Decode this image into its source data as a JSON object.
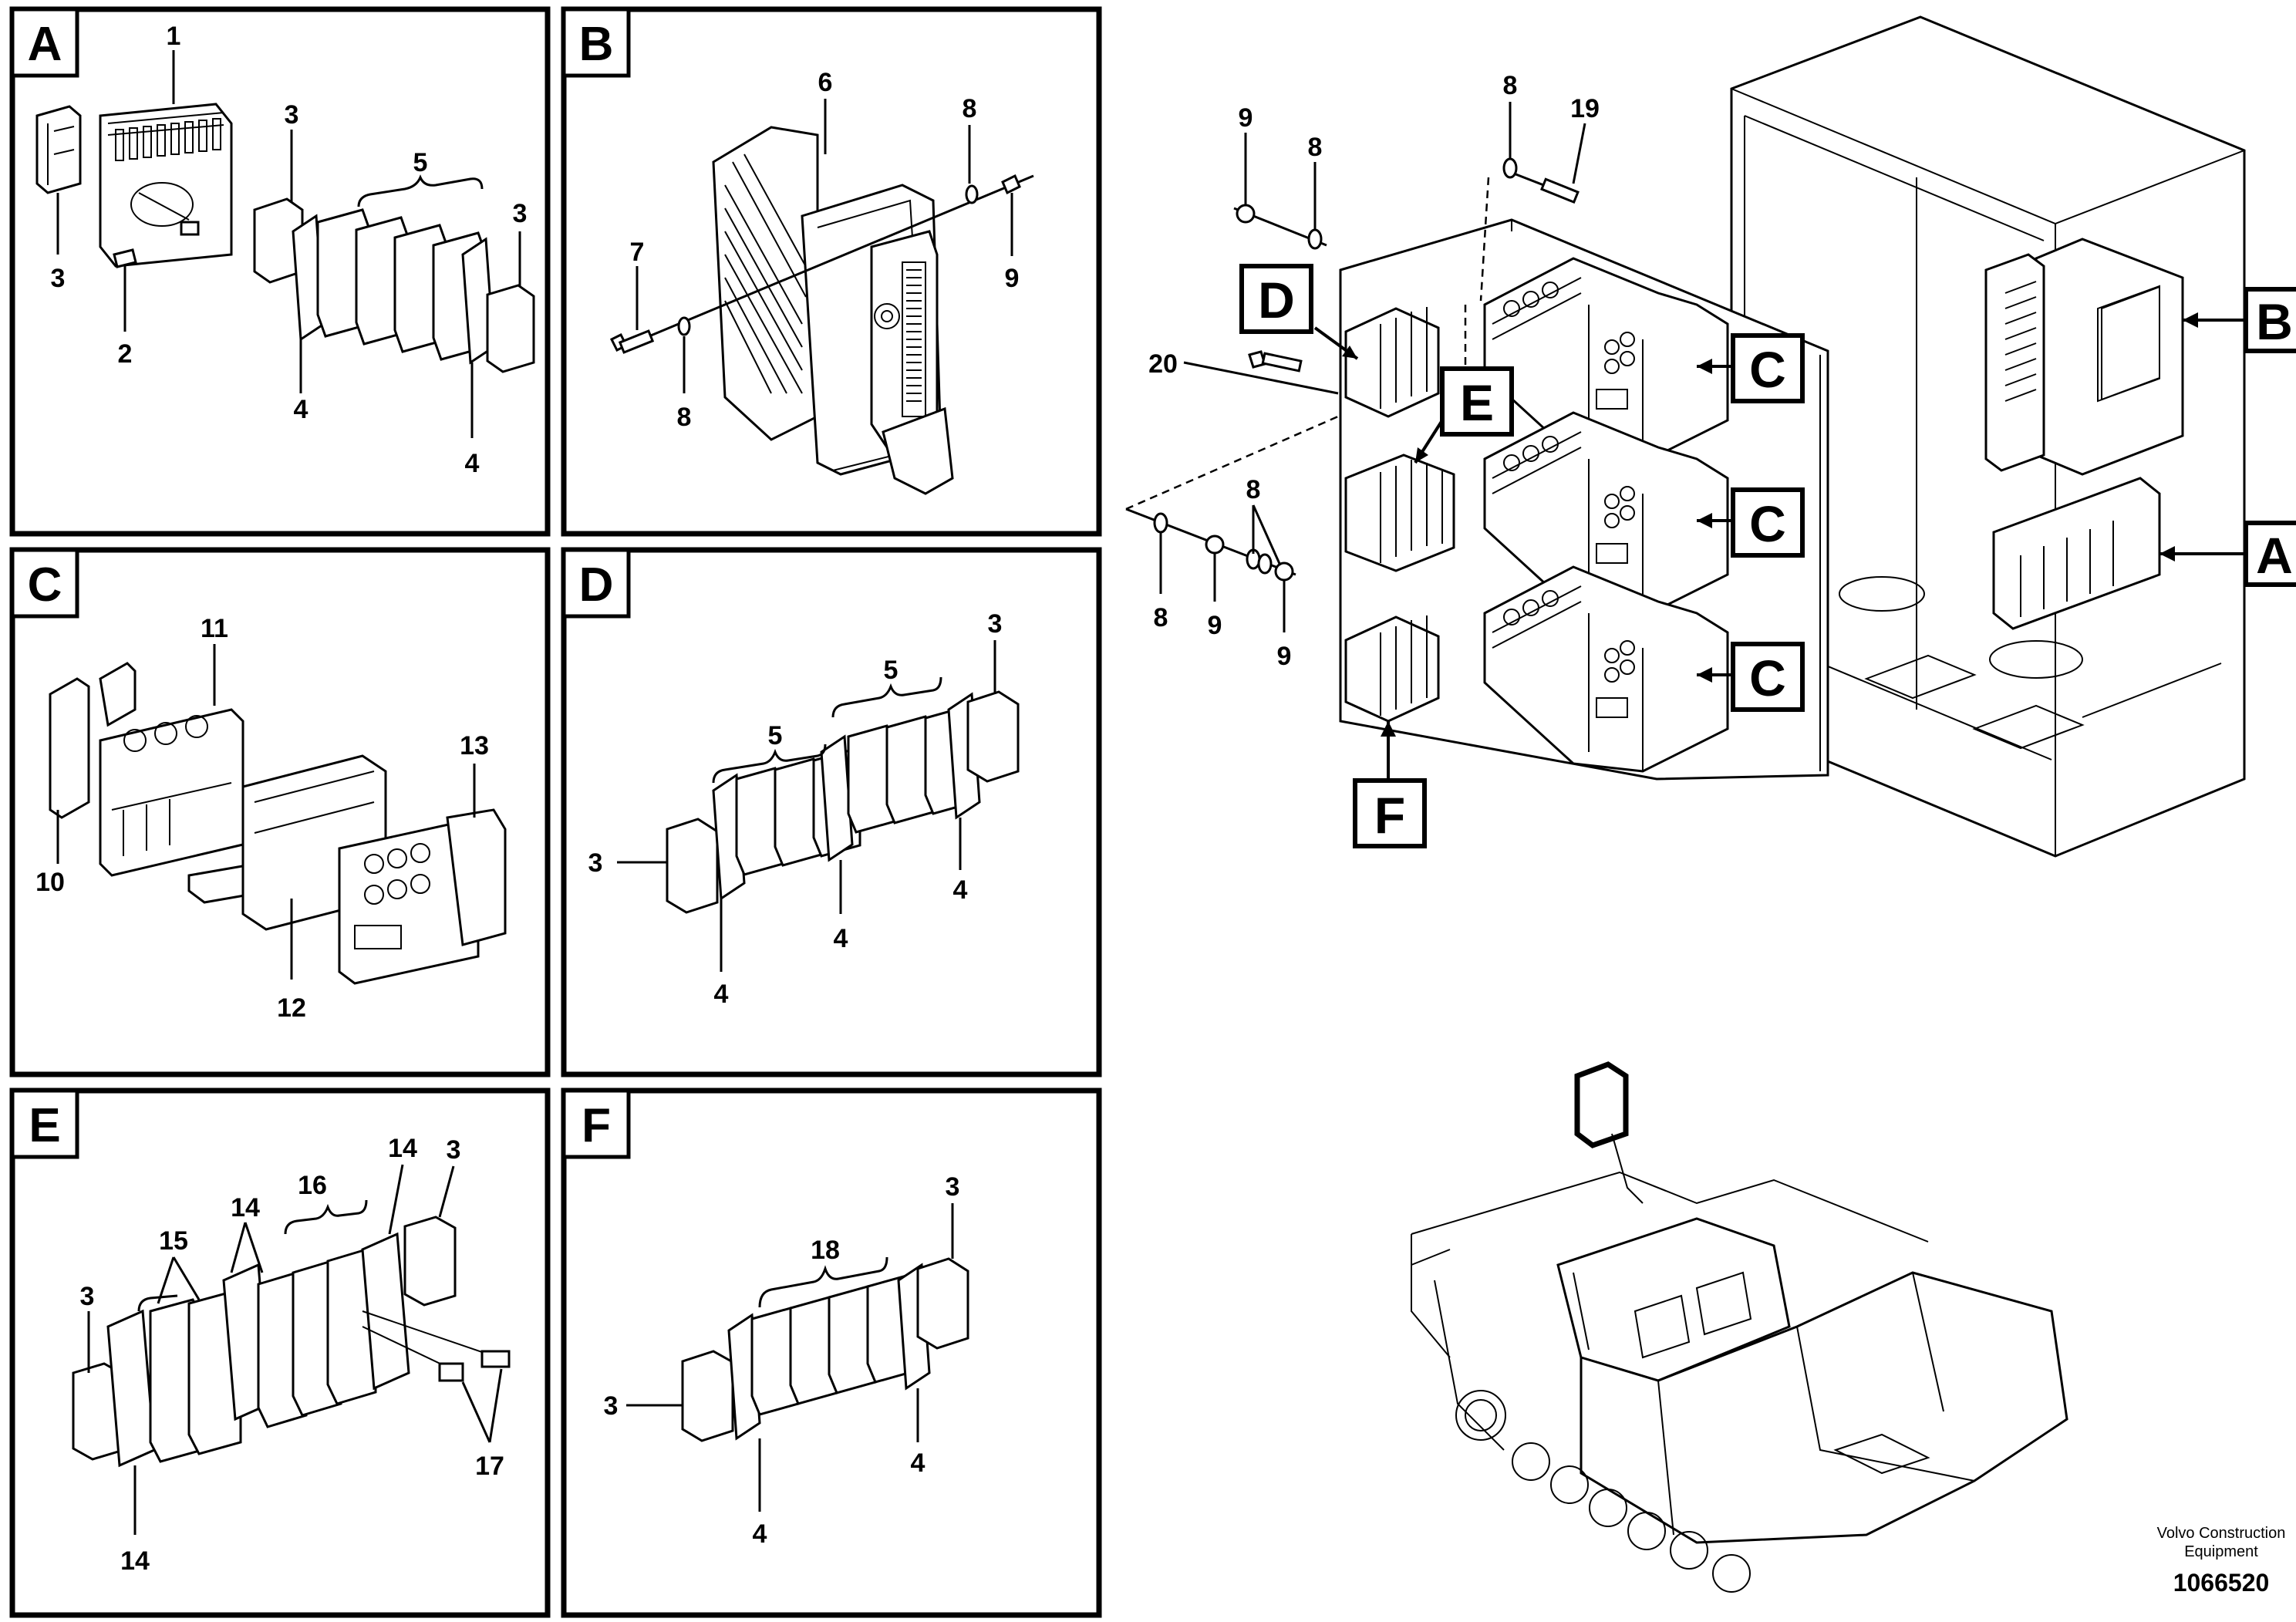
{
  "panels": [
    {
      "id": "A",
      "label": "A"
    },
    {
      "id": "B",
      "label": "B"
    },
    {
      "id": "C",
      "label": "C"
    },
    {
      "id": "D",
      "label": "D"
    },
    {
      "id": "E",
      "label": "E"
    },
    {
      "id": "F",
      "label": "F"
    }
  ],
  "panelA": {
    "n1": "1",
    "n2": "2",
    "n3a": "3",
    "n3b": "3",
    "n3c": "3",
    "n4a": "4",
    "n4b": "4",
    "n5": "5"
  },
  "panelB": {
    "n6": "6",
    "n7": "7",
    "n8a": "8",
    "n8b": "8",
    "n9": "9"
  },
  "panelC": {
    "n10": "10",
    "n11": "11",
    "n12": "12",
    "n13": "13"
  },
  "panelD": {
    "n3a": "3",
    "n3b": "3",
    "n4a": "4",
    "n4b": "4",
    "n4c": "4",
    "n5a": "5",
    "n5b": "5"
  },
  "panelE": {
    "n3a": "3",
    "n3b": "3",
    "n14a": "14",
    "n14b": "14",
    "n14c": "14",
    "n15": "15",
    "n16": "16",
    "n17": "17"
  },
  "panelF": {
    "n3a": "3",
    "n3b": "3",
    "n4a": "4",
    "n4b": "4",
    "n18": "18"
  },
  "overview": {
    "n8a": "8",
    "n8b": "8",
    "n8c": "8",
    "n8d": "8",
    "n9a": "9",
    "n9b": "9",
    "n9c": "9",
    "n19": "19",
    "n20": "20",
    "callouts": {
      "B": "B",
      "A": "A",
      "C1": "C",
      "C2": "C",
      "C3": "C",
      "D": "D",
      "E": "E",
      "F": "F"
    }
  },
  "footer": {
    "brand_line1": "Volvo Construction",
    "brand_line2": "Equipment",
    "doc_number": "1066520"
  }
}
